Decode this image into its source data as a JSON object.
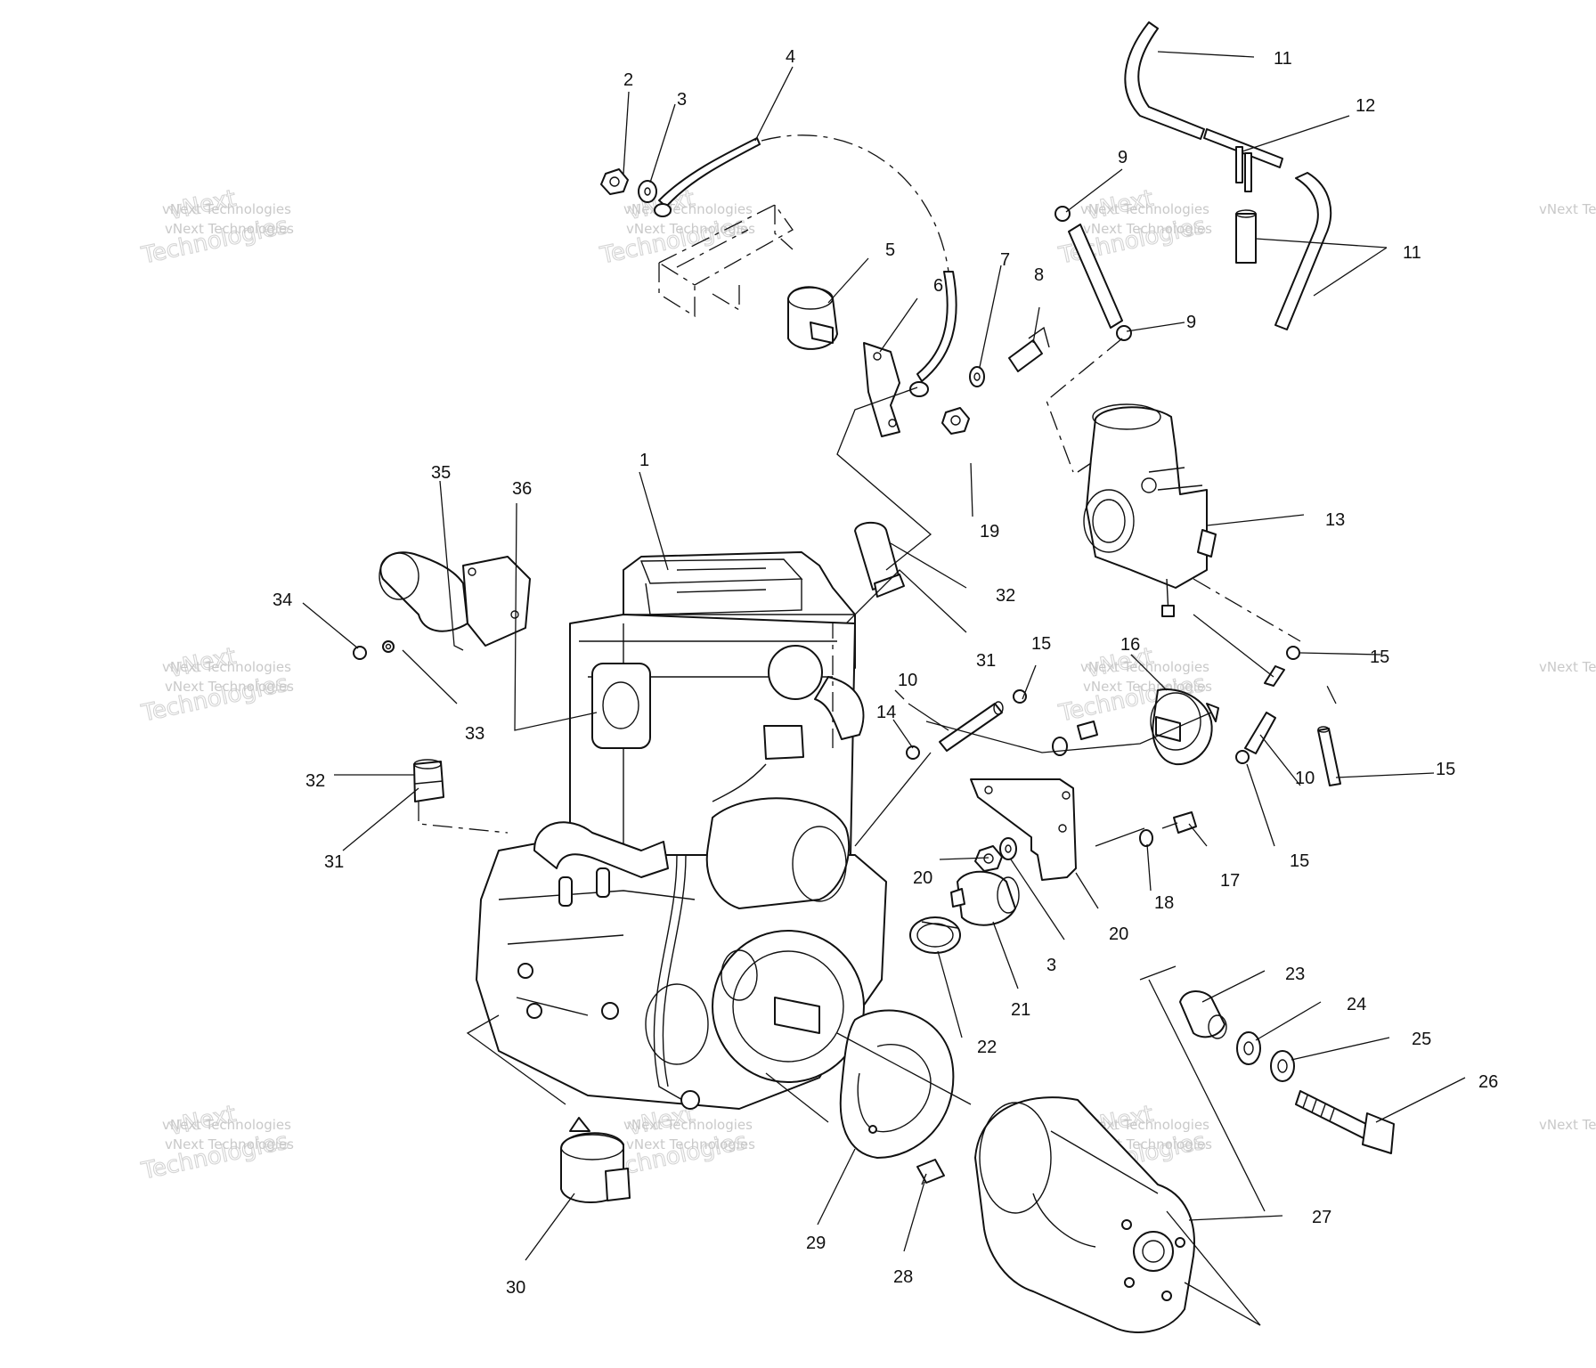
{
  "watermark": {
    "line1": "vNext Technologies",
    "line2": "vNext",
    "line3": "Technologies"
  },
  "callouts": [
    {
      "id": "c1",
      "text": "1"
    },
    {
      "id": "c2",
      "text": "2"
    },
    {
      "id": "c3a",
      "text": "3"
    },
    {
      "id": "c3b",
      "text": "3"
    },
    {
      "id": "c4",
      "text": "4"
    },
    {
      "id": "c5",
      "text": "5"
    },
    {
      "id": "c6",
      "text": "6"
    },
    {
      "id": "c7",
      "text": "7"
    },
    {
      "id": "c8",
      "text": "8"
    },
    {
      "id": "c9a",
      "text": "9"
    },
    {
      "id": "c9b",
      "text": "9"
    },
    {
      "id": "c10a",
      "text": "10"
    },
    {
      "id": "c10b",
      "text": "10"
    },
    {
      "id": "c11a",
      "text": "11"
    },
    {
      "id": "c11b",
      "text": "11"
    },
    {
      "id": "c12",
      "text": "12"
    },
    {
      "id": "c13",
      "text": "13"
    },
    {
      "id": "c14",
      "text": "14"
    },
    {
      "id": "c15a",
      "text": "15"
    },
    {
      "id": "c15b",
      "text": "15"
    },
    {
      "id": "c15c",
      "text": "15"
    },
    {
      "id": "c15d",
      "text": "15"
    },
    {
      "id": "c16",
      "text": "16"
    },
    {
      "id": "c17",
      "text": "17"
    },
    {
      "id": "c18",
      "text": "18"
    },
    {
      "id": "c19",
      "text": "19"
    },
    {
      "id": "c20a",
      "text": "20"
    },
    {
      "id": "c20b",
      "text": "20"
    },
    {
      "id": "c21",
      "text": "21"
    },
    {
      "id": "c22",
      "text": "22"
    },
    {
      "id": "c23",
      "text": "23"
    },
    {
      "id": "c24",
      "text": "24"
    },
    {
      "id": "c25",
      "text": "25"
    },
    {
      "id": "c26",
      "text": "26"
    },
    {
      "id": "c27",
      "text": "27"
    },
    {
      "id": "c28",
      "text": "28"
    },
    {
      "id": "c29",
      "text": "29"
    },
    {
      "id": "c30",
      "text": "30"
    },
    {
      "id": "c31a",
      "text": "31"
    },
    {
      "id": "c31b",
      "text": "31"
    },
    {
      "id": "c32a",
      "text": "32"
    },
    {
      "id": "c32b",
      "text": "32"
    },
    {
      "id": "c33",
      "text": "33"
    },
    {
      "id": "c34",
      "text": "34"
    },
    {
      "id": "c35",
      "text": "35"
    },
    {
      "id": "c36",
      "text": "36"
    }
  ]
}
